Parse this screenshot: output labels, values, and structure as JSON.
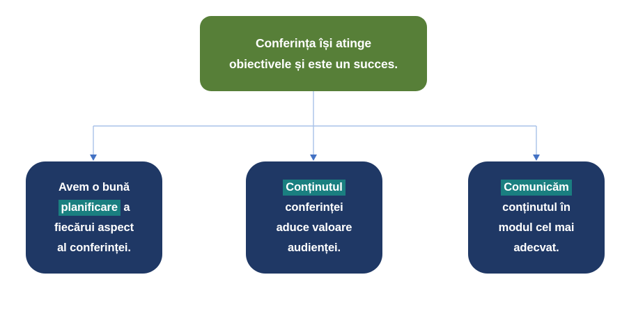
{
  "diagram": {
    "root": {
      "lines": [
        "Conferința își atinge",
        "obiectivele și este un succes."
      ]
    },
    "children": [
      {
        "id": "planning",
        "lines": [
          [
            {
              "text": "Avem o bună",
              "highlight": false
            }
          ],
          [
            {
              "text": "planificare",
              "highlight": true
            },
            {
              "text": " a",
              "highlight": false
            }
          ],
          [
            {
              "text": "fiecărui aspect",
              "highlight": false
            }
          ],
          [
            {
              "text": "al conferinței.",
              "highlight": false
            }
          ]
        ]
      },
      {
        "id": "content",
        "lines": [
          [
            {
              "text": "Conținutul",
              "highlight": true
            }
          ],
          [
            {
              "text": "conferinței",
              "highlight": false
            }
          ],
          [
            {
              "text": "aduce valoare",
              "highlight": false
            }
          ],
          [
            {
              "text": "audienței.",
              "highlight": false
            }
          ]
        ]
      },
      {
        "id": "communication",
        "lines": [
          [
            {
              "text": "Comunicăm",
              "highlight": true
            }
          ],
          [
            {
              "text": "conținutul în",
              "highlight": false
            }
          ],
          [
            {
              "text": "modul cel mai",
              "highlight": false
            }
          ],
          [
            {
              "text": "adecvat.",
              "highlight": false
            }
          ]
        ]
      }
    ],
    "colors": {
      "root_fill": "#577F38",
      "child_fill": "#1F3865",
      "highlight": "#1A7F80",
      "connector_line": "#A9C2E8",
      "arrow": "#4472C4",
      "text": "#FFFFFF",
      "background": "#FFFFFF"
    }
  }
}
